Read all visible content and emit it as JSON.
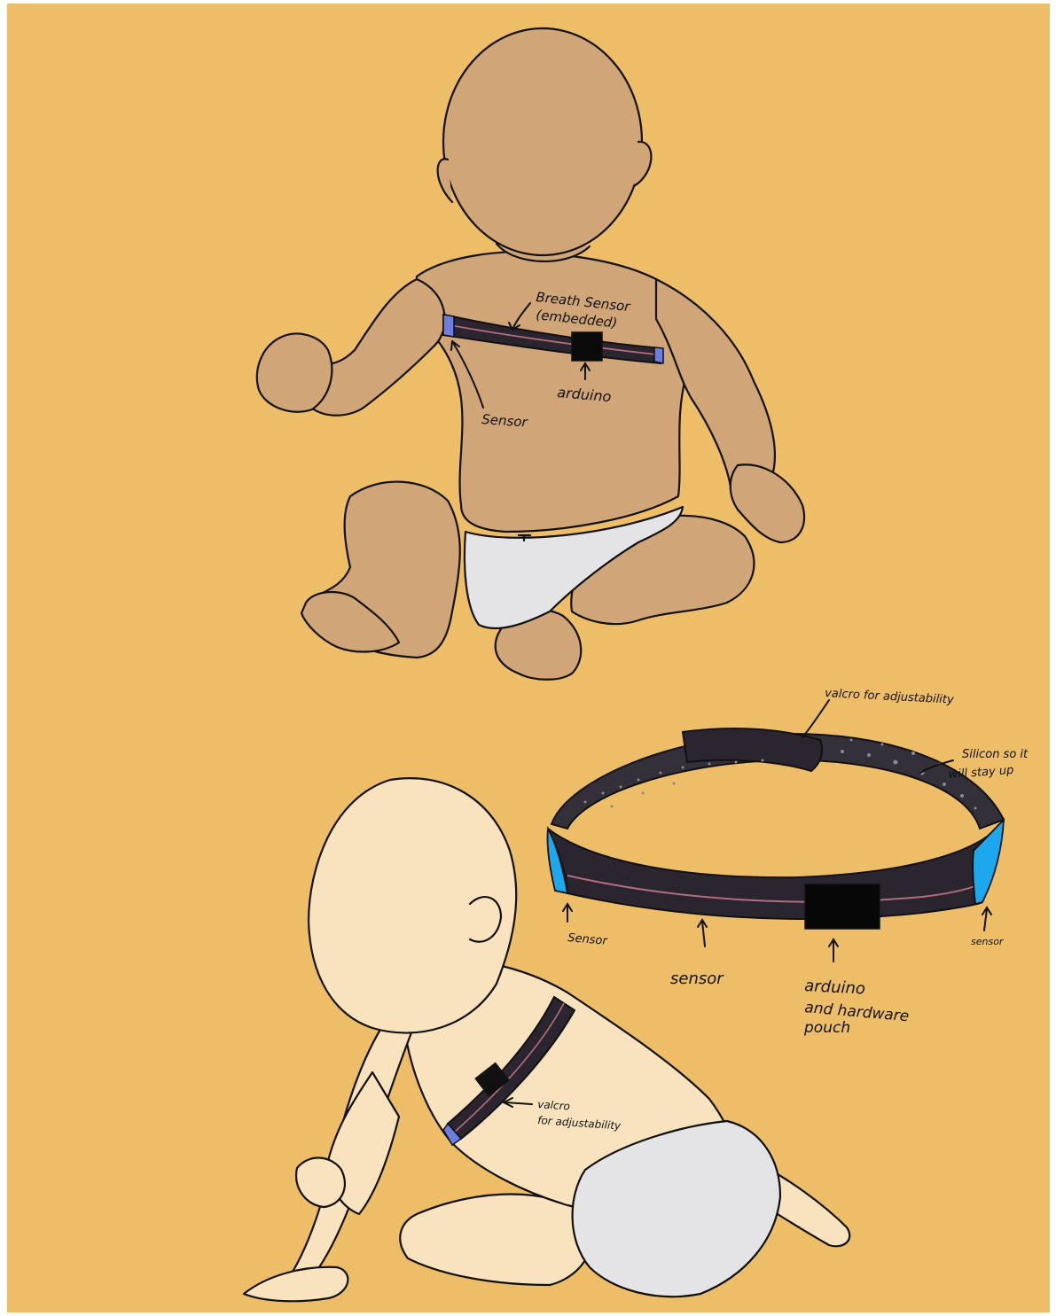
{
  "palette": {
    "background": "#edbd67",
    "skin_dark": "#d0a577",
    "skin_light": "#f9e2be",
    "diaper": "#e4e4e6",
    "strap": "#2b2530",
    "strap_line": "#b36e7a",
    "sensor_purple": "#6d7ee0",
    "sensor_blue": "#1ca7ee",
    "outline": "#111111"
  },
  "labels": {
    "breath_sensor_line1": "Breath Sensor",
    "breath_sensor_line2": "(embedded)",
    "arduino_front": "arduino",
    "sensor_front": "Sensor",
    "velcro_top": "valcro for adjustability",
    "silicon_line1": "Silicon so it",
    "silicon_line2": "will stay up",
    "sensor_left": "Sensor",
    "sensor_middle": "sensor",
    "sensor_right": "sensor",
    "arduino_line1": "arduino",
    "arduino_line2": "and hardware",
    "arduino_line3": "pouch",
    "velcro_back_line1": "valcro",
    "velcro_back_line2": "for adjustability"
  }
}
